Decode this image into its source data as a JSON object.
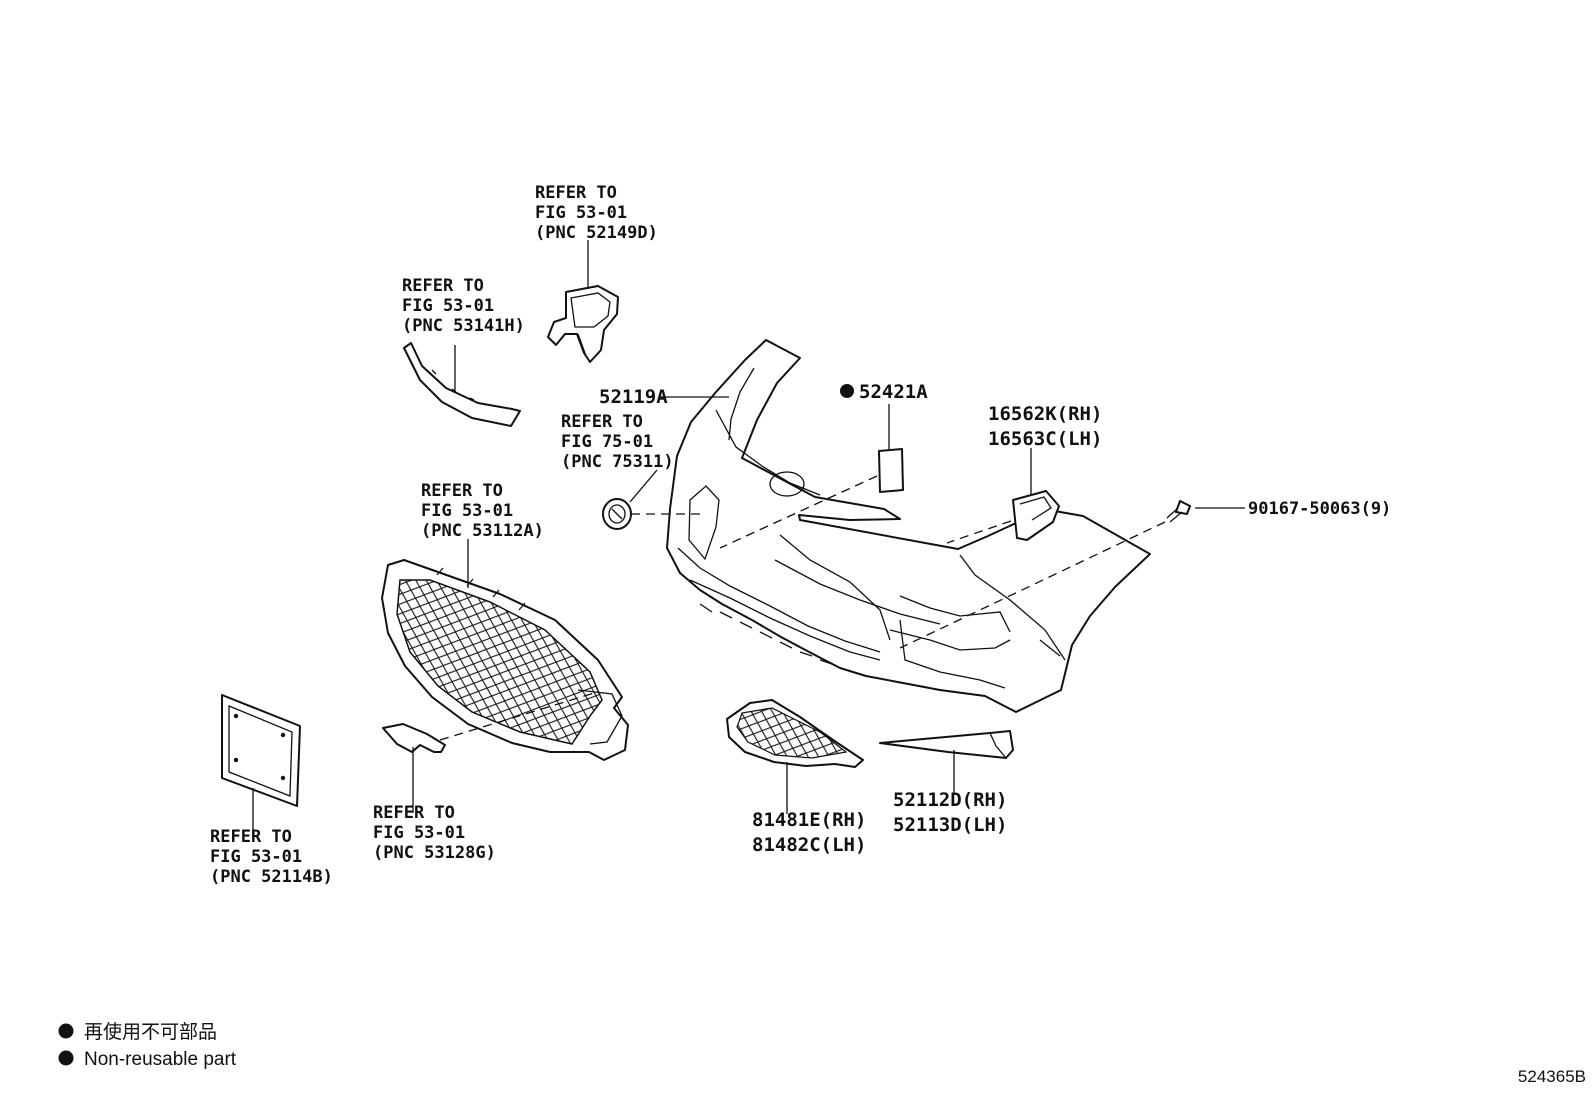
{
  "callouts": {
    "bracket_ref": {
      "line1": "REFER TO",
      "line2": "FIG 53-01",
      "line3": "(PNC 52149D)"
    },
    "molding_ref": {
      "line1": "REFER TO",
      "line2": "FIG 53-01",
      "line3": "(PNC 53141H)"
    },
    "emblem_ref": {
      "line1": "REFER TO",
      "line2": "FIG 75-01",
      "line3": "(PNC 75311)"
    },
    "grille_ref": {
      "line1": "REFER TO",
      "line2": "FIG 53-01",
      "line3": "(PNC 53112A)"
    },
    "plate_ref": {
      "line1": "REFER TO",
      "line2": "FIG 53-01",
      "line3": "(PNC 52114B)"
    },
    "clip_ref": {
      "line1": "REFER TO",
      "line2": "FIG 53-01",
      "line3": "(PNC 53128G)"
    }
  },
  "part_numbers": {
    "bumper_cover": "52119A",
    "label_part": "52421A",
    "retainer_rh": "16562K(RH)",
    "retainer_lh": "16563C(LH)",
    "screw": "90167-50063(9)",
    "fog_cover_rh": "81481E(RH)",
    "fog_cover_lh": "81482C(LH)",
    "spoiler_rh": "52112D(RH)",
    "spoiler_lh": "52113D(LH)"
  },
  "legend": {
    "line_japanese": "再使用不可部品",
    "line_english": "Non-reusable part"
  },
  "figure_id": "524365B"
}
